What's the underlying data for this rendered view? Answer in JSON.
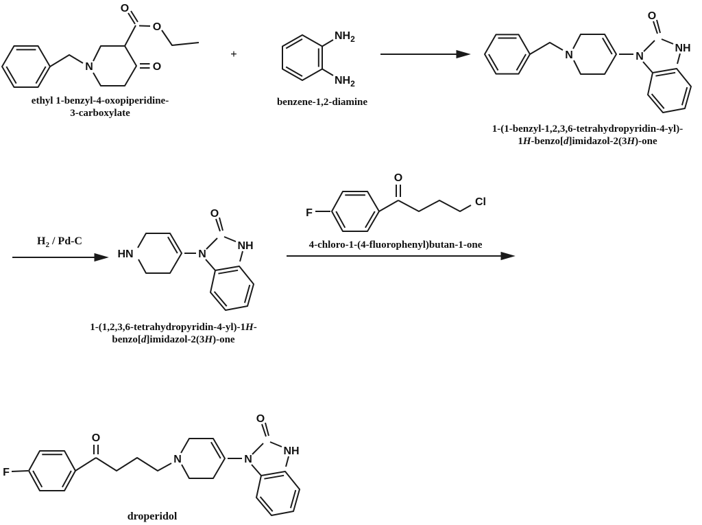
{
  "operators": {
    "plus": "+"
  },
  "atoms": {
    "O": "O",
    "N": "N",
    "NH": "NH",
    "HN": "HN",
    "F": "F",
    "Cl": "Cl",
    "NH2_main": "NH",
    "NH2_sub": "2"
  },
  "reagents": {
    "step2": {
      "p1": "H",
      "sub": "2",
      "p2": " / Pd-C"
    }
  },
  "compounds": {
    "c1": {
      "line1": "ethyl 1-benzyl-4-oxopiperidine-",
      "line2": "3-carboxylate"
    },
    "c2": {
      "name": "benzene-1,2-diamine"
    },
    "c3": {
      "line1": "1-(1-benzyl-1,2,3,6-tetrahydropyridin-4-yl)-",
      "line2": {
        "p1": "1",
        "p2": "H",
        "p3": "-benzo[",
        "p4": "d",
        "p5": "]imidazol-2(3",
        "p6": "H",
        "p7": ")-one"
      }
    },
    "c4": {
      "line1": {
        "p1": "1-(1,2,3,6-tetrahydropyridin-4-yl)-1",
        "p2": "H",
        "p3": "-"
      },
      "line2": {
        "p1": "benzo[",
        "p2": "d",
        "p3": "]imidazol-2(3",
        "p4": "H",
        "p5": ")-one"
      }
    },
    "c5": {
      "name": "4-chloro-1-(4-fluorophenyl)butan-1-one"
    },
    "c6": {
      "name": "droperidol"
    }
  }
}
